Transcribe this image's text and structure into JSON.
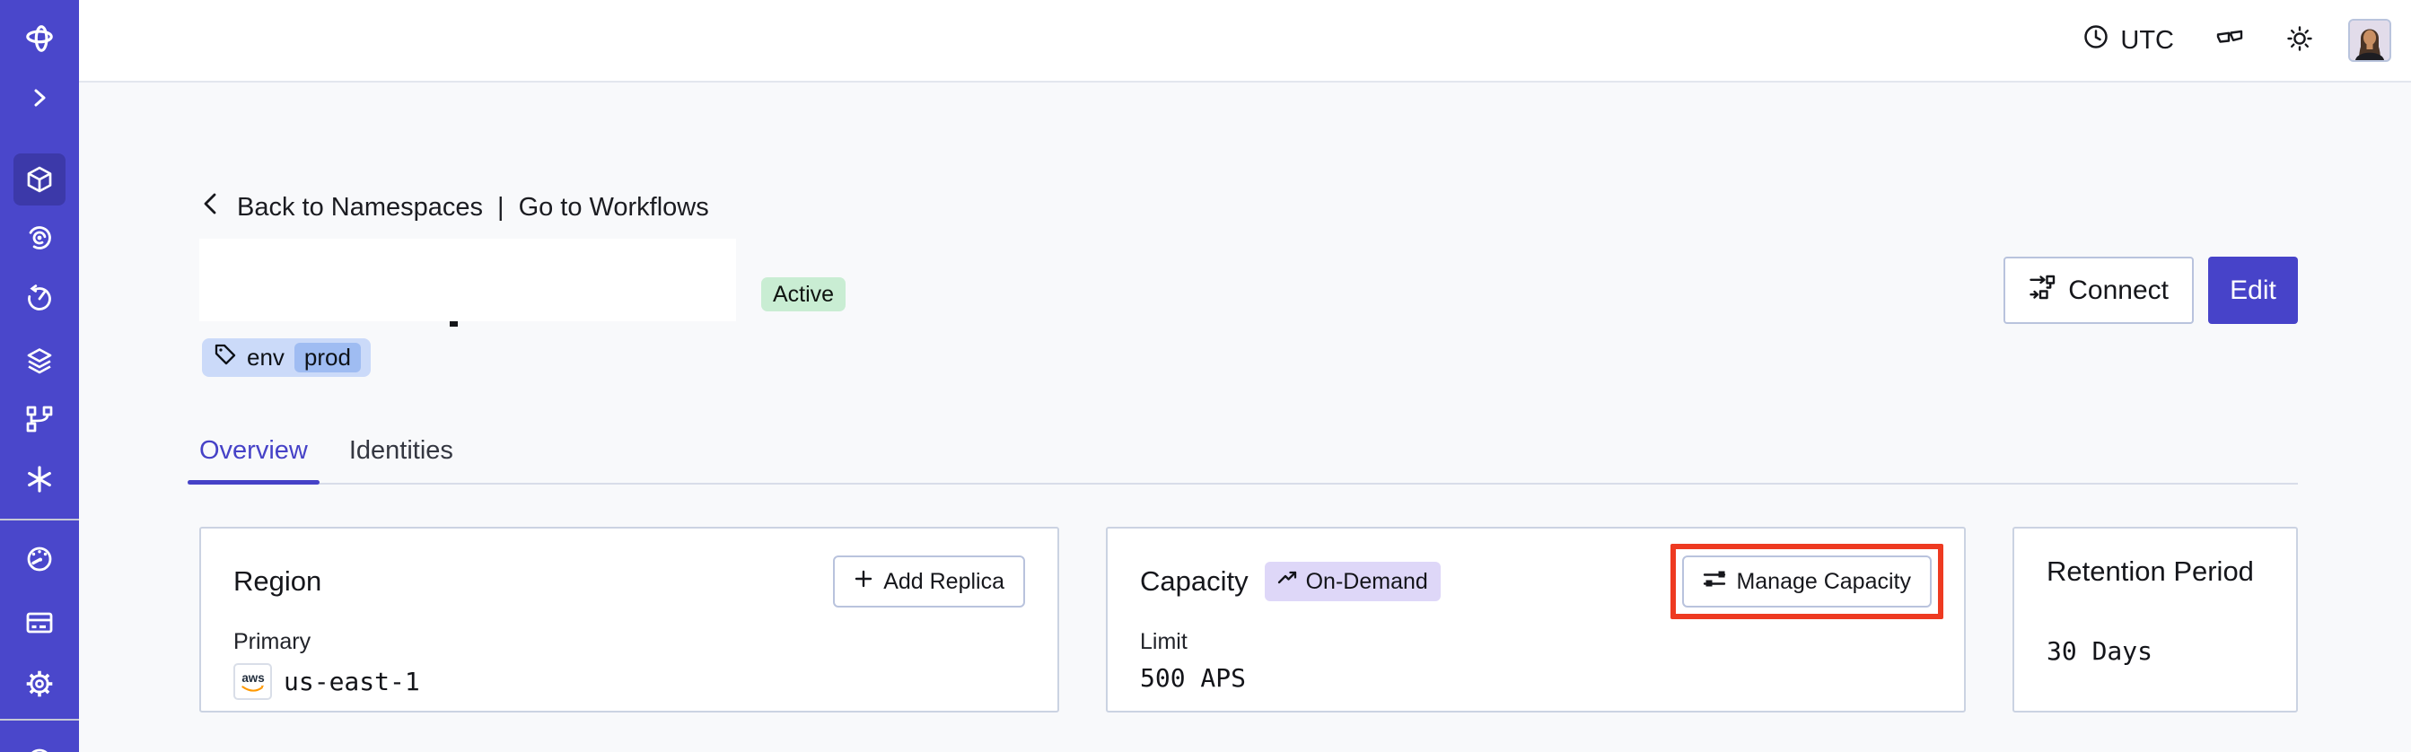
{
  "topbar": {
    "timezone": "UTC"
  },
  "breadcrumb": {
    "back": "Back to Namespaces",
    "separator": "|",
    "forward": "Go to Workflows"
  },
  "header": {
    "status": "Active",
    "tag_key": "env",
    "tag_value": "prod",
    "connect_label": "Connect",
    "edit_label": "Edit"
  },
  "tabs": [
    {
      "label": "Overview",
      "active": true
    },
    {
      "label": "Identities",
      "active": false
    }
  ],
  "cards": {
    "region": {
      "title": "Region",
      "action_label": "Add Replica",
      "field_label": "Primary",
      "provider": "aws",
      "value": "us-east-1"
    },
    "capacity": {
      "title": "Capacity",
      "badge": "On-Demand",
      "action_label": "Manage Capacity",
      "field_label": "Limit",
      "value": "500 APS"
    },
    "retention": {
      "title": "Retention Period",
      "value": "30 Days"
    }
  },
  "sidebar": {
    "active_item": "namespaces",
    "items": [
      "temporal-logo",
      "expand-chevron",
      "namespaces",
      "workflows",
      "schedules",
      "deployments",
      "batch-operations",
      "nexus",
      "usage",
      "billing",
      "settings",
      "account"
    ]
  },
  "colors": {
    "sidebar": "#4a47cb",
    "sidebar-active": "#3c39a9",
    "accent": "#4642c7",
    "edit-btn": "#4743c9",
    "status-bg": "#c9edd3",
    "ondemand-bg": "#ded7f8",
    "chip-bg": "#cbdaf9",
    "chip-pill-bg": "#9fbcf2",
    "annotation": "#ee3a21",
    "page-bg": "#f8f9fb",
    "card-border": "#cbd3e2",
    "button-border": "#b9c3dd",
    "aws-orange": "#ff9900"
  }
}
